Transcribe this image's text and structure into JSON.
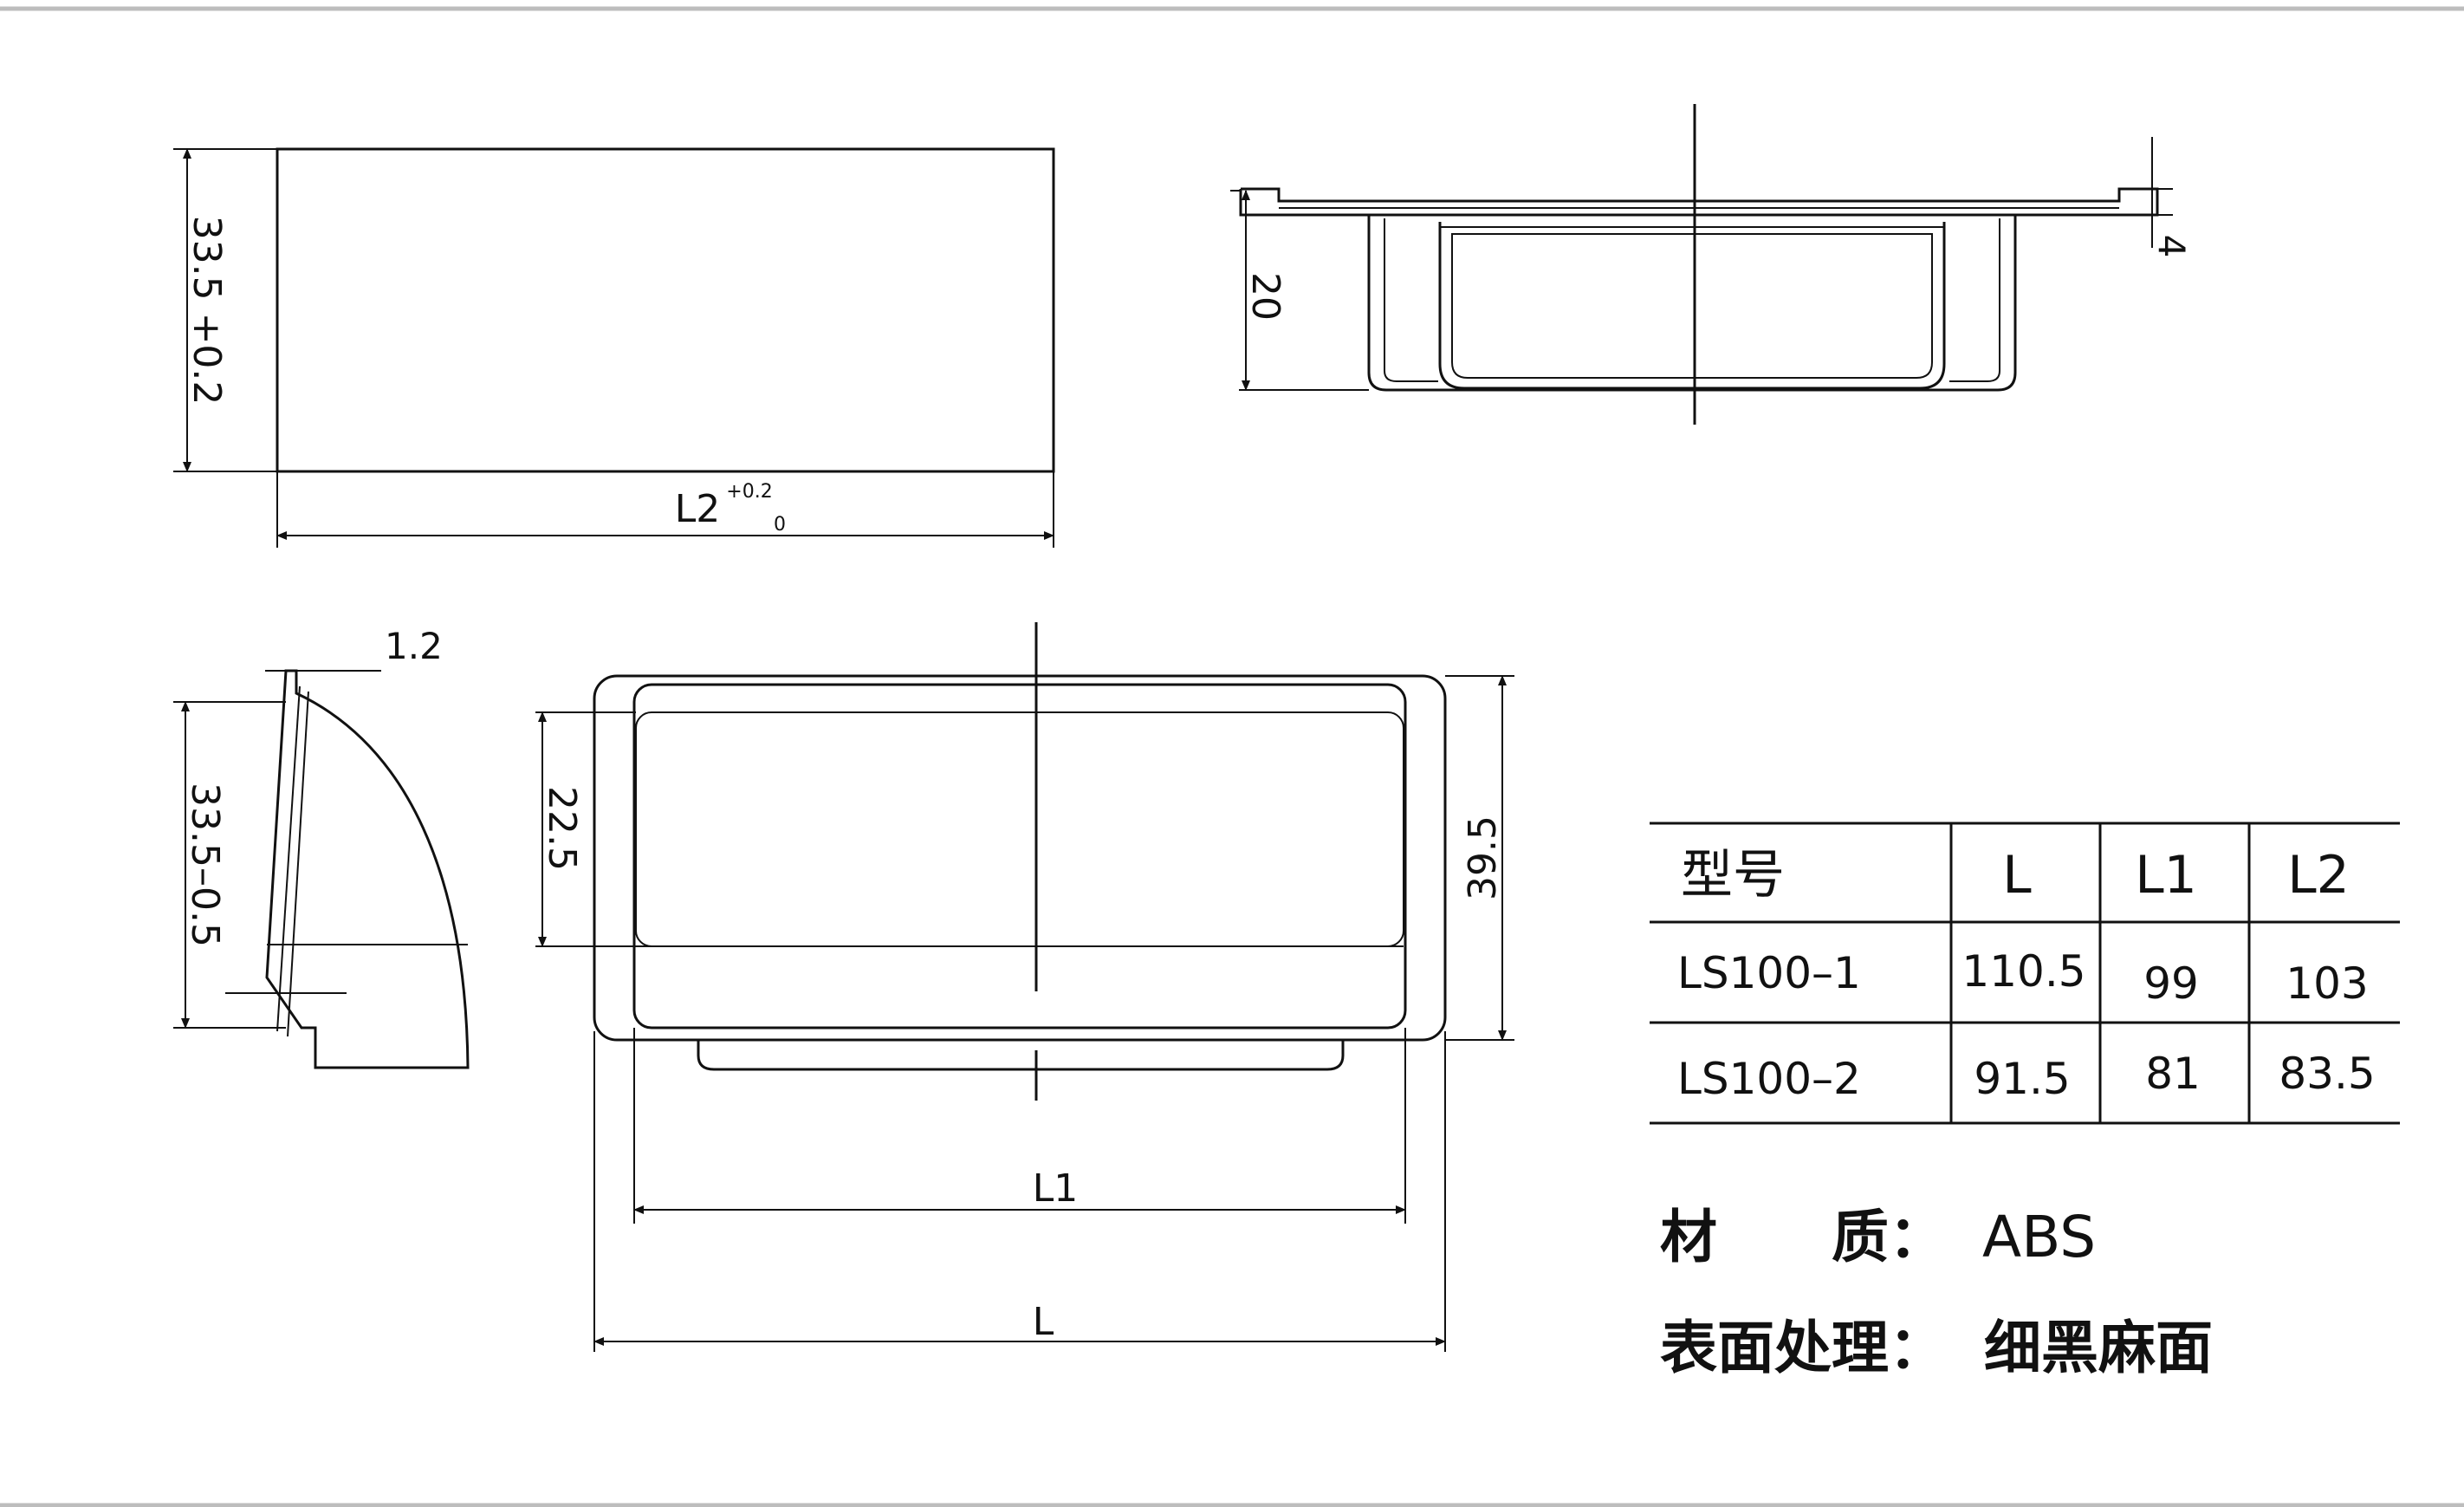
{
  "dimensions": {
    "plan_height": "33.5 +0.2",
    "plan_width": "L2",
    "plan_width_tol_upper": "+0.2",
    "plan_width_tol_lower": "0",
    "section_depth": "20",
    "flange_thickness": "4",
    "side_wall": "1.2",
    "side_height": "33.5–0.5",
    "inner_height": "22.5",
    "outer_height": "39.5",
    "inner_length": "L1",
    "outer_length": "L"
  },
  "table": {
    "headers": [
      "型号",
      "L",
      "L1",
      "L2"
    ],
    "rows": [
      [
        "LS100–1",
        "110.5",
        "99",
        "103"
      ],
      [
        "LS100–2",
        "91.5",
        "81",
        "83.5"
      ]
    ]
  },
  "notes": {
    "material_label": "材　　质：",
    "material_value": "ABS",
    "finish_label": "表面处理：",
    "finish_value": "细黑麻面"
  }
}
